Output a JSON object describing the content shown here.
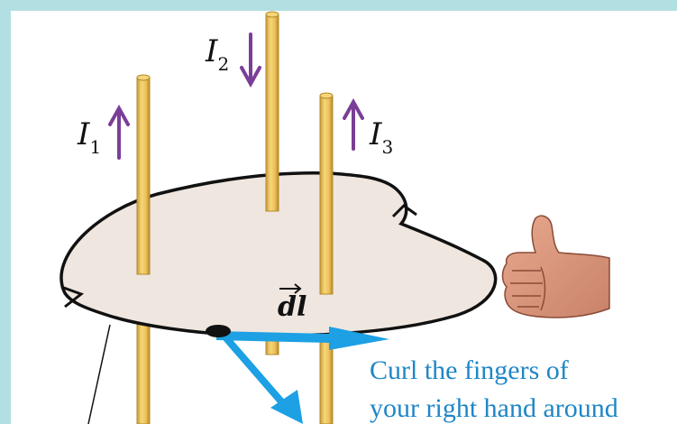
{
  "figure": {
    "currents": [
      {
        "symbol": "I",
        "subscript": "1",
        "direction": "up"
      },
      {
        "symbol": "I",
        "subscript": "2",
        "direction": "down"
      },
      {
        "symbol": "I",
        "subscript": "3",
        "direction": "up"
      }
    ],
    "element_label": {
      "symbol": "dl",
      "accent": "vector-arrow"
    },
    "caption_lines": [
      "Curl the fingers of",
      "your right hand around"
    ],
    "colors": {
      "background": "#b2dfe2",
      "panel": "#ffffff",
      "loop_fill": "#efe6df",
      "wire": "#f0c862",
      "wire_edge": "#b58a2a",
      "arrow_purple": "#7b3e98",
      "vector_blue": "#1da0e4",
      "caption": "#1f86c6",
      "hand": "#d8957b"
    },
    "icons": [
      "thumbs-up-hand-icon"
    ]
  }
}
